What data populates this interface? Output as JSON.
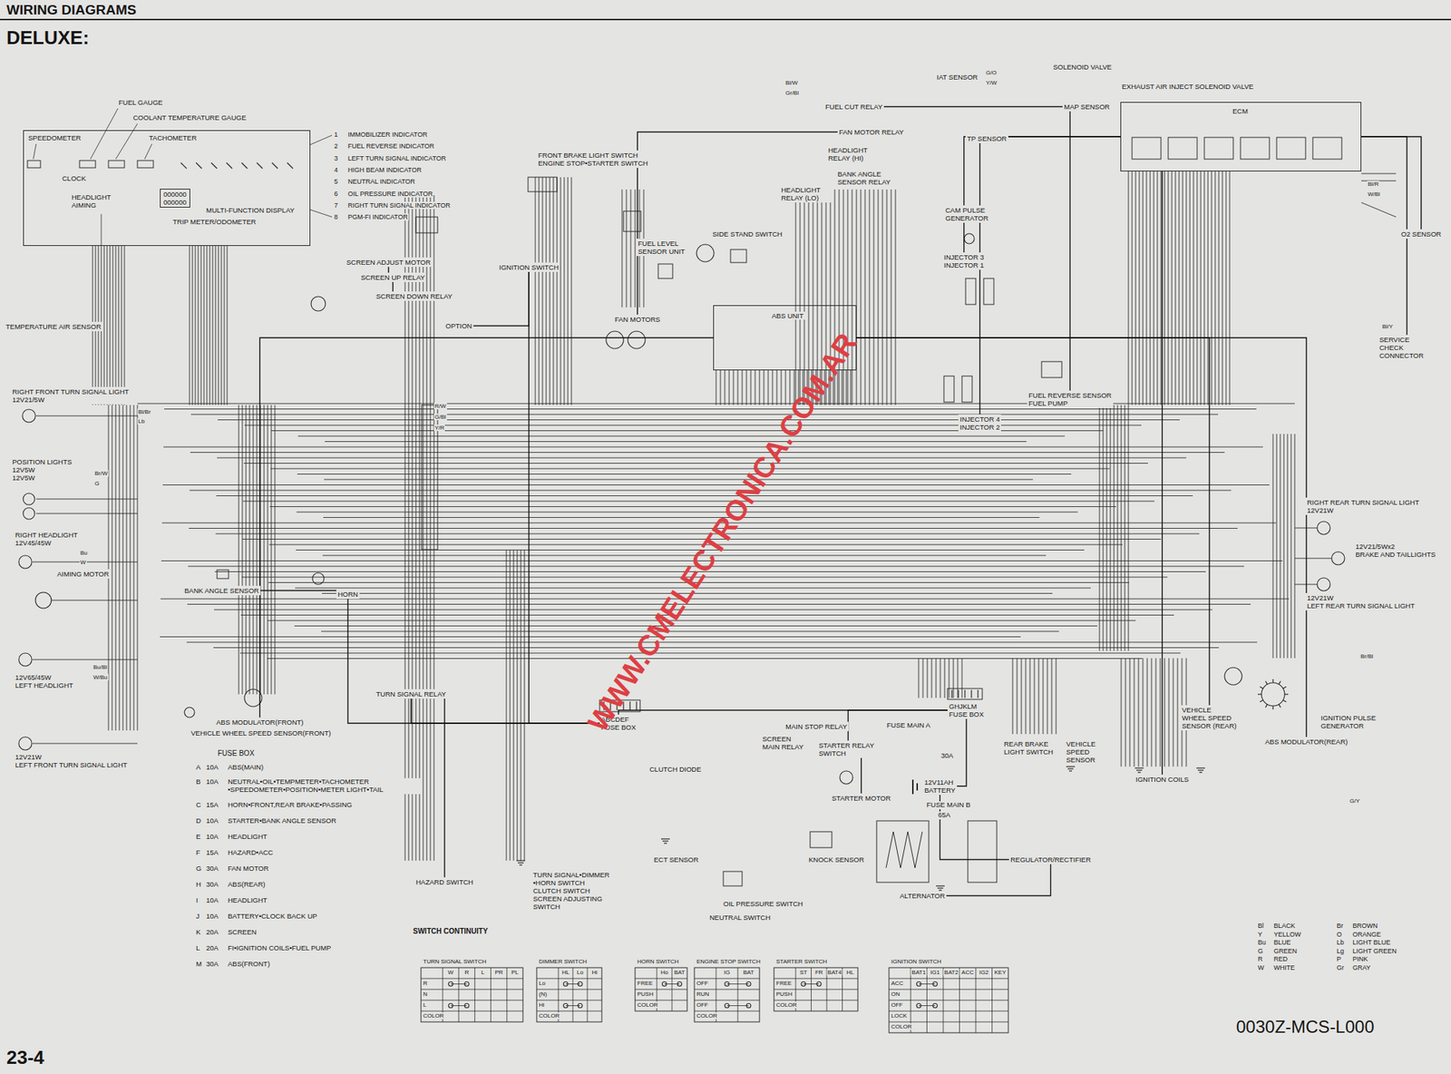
{
  "diagram": {
    "title": "WIRING DIAGRAMS",
    "nodes": [
      {
        "text": [
          "CLOCK",
          "HEADLIGHT AIMING",
          "MULTI-FUNCTION DISPLAY"
        ]
      },
      {
        "text": [
          "000000",
          "000000"
        ],
        "in": 0
      },
      {
        "text": [
          "ABS UNIT"
        ]
      },
      {
        "text": [
          "ECM"
        ]
      },
      {
        "text": [
          "ABCDEF",
          "FUSE BOX"
        ]
      },
      {
        "text": [
          "GHJKLM",
          "FUSE BOX"
        ]
      },
      {
        "text": [
          "12V11AH",
          "BATTERY"
        ]
      },
      {
        "text": [
          "REGULATOR/RECTIFIER"
        ]
      },
      {
        "text": [
          "ALTERNATOR"
        ]
      },
      {
        "text": [
          "STARTER MOTOR"
        ]
      },
      {
        "text": [
          "STARTER RELAY SWITCH"
        ]
      },
      {
        "text": [
          "TURN SIGNAL RELAY"
        ]
      },
      {
        "text": [
          "MAIN STOP RELAY"
        ]
      },
      {
        "text": [
          "SCREEN MAIN RELAY"
        ]
      },
      {
        "text": [
          "FAN MOTORS"
        ]
      },
      {
        "text": [
          "HORN"
        ]
      },
      {
        "text": [
          "BANK ANGLE SENSOR"
        ]
      },
      {
        "text": [
          "AIMING MOTOR"
        ]
      },
      {
        "text": [
          "RIGHT HEADLIGHT",
          "12V45/45W"
        ]
      },
      {
        "text": [
          "12V65/45W",
          "LEFT HEADLIGHT"
        ]
      },
      {
        "text": [
          "RIGHT FRONT TURN SIGNAL LIGHT",
          "12V21/5W"
        ]
      },
      {
        "text": [
          "POSITION LIGHTS",
          "12V5W",
          "12V5W"
        ]
      },
      {
        "text": [
          "12V21W",
          "LEFT FRONT TURN SIGNAL LIGHT"
        ]
      },
      {
        "text": [
          "TEMPERATURE AIR SENSOR"
        ]
      },
      {
        "text": [
          "SCREEN ADJUST MOTOR"
        ]
      },
      {
        "text": [
          "SCREEN UP RELAY"
        ]
      },
      {
        "text": [
          "SCREEN DOWN RELAY"
        ]
      },
      {
        "text": [
          "ABS MODULATOR(FRONT)"
        ]
      },
      {
        "text": [
          "VEHICLE WHEEL SPEED SENSOR(FRONT)"
        ]
      },
      {
        "text": [
          "IGNITION SWITCH"
        ]
      },
      {
        "text": [
          "FRONT BRAKE LIGHT SWITCH",
          "ENGINE STOP•STARTER SWITCH"
        ]
      },
      {
        "text": [
          "SIDE STAND SWITCH"
        ]
      },
      {
        "text": [
          "FUEL LEVEL SENSOR UNIT"
        ]
      },
      {
        "text": [
          "FUEL CUT RELAY"
        ]
      },
      {
        "text": [
          "FAN MOTOR RELAY"
        ]
      },
      {
        "text": [
          "HEADLIGHT RELAY (HI)"
        ]
      },
      {
        "text": [
          "BANK ANGLE SENSOR RELAY"
        ]
      },
      {
        "text": [
          "HEADLIGHT RELAY (LO)"
        ]
      },
      {
        "text": [
          "IAT SENSOR"
        ]
      },
      {
        "text": [
          "TP SENSOR"
        ]
      },
      {
        "text": [
          "MAP SENSOR"
        ]
      },
      {
        "text": [
          "CAM PULSE GENERATOR"
        ]
      },
      {
        "text": [
          "INJECTOR 3",
          "INJECTOR 1"
        ]
      },
      {
        "text": [
          "INJECTOR 4",
          "INJECTOR 2"
        ]
      },
      {
        "text": [
          "FUEL REVERSE SENSOR",
          "FUEL PUMP"
        ]
      },
      {
        "text": [
          "O2 SENSOR"
        ]
      },
      {
        "text": [
          "SERVICE CHECK CONNECTOR"
        ]
      },
      {
        "text": [
          "RIGHT REAR TURN SIGNAL LIGHT",
          "12V21W"
        ]
      },
      {
        "text": [
          "12V21/5Wx2",
          "BRAKE AND TAILLIGHTS"
        ]
      },
      {
        "text": [
          "12V21W",
          "LEFT REAR TURN SIGNAL LIGHT"
        ]
      },
      {
        "text": [
          "IGNITION PULSE GENERATOR"
        ]
      },
      {
        "text": [
          "VEHICLE WHEEL SPEED SENSOR (REAR)"
        ]
      },
      {
        "text": [
          "ABS MODULATOR(REAR)"
        ]
      },
      {
        "text": [
          "IGNITION COILS"
        ]
      },
      {
        "text": [
          "VEHICLE SPEED SENSOR"
        ]
      },
      {
        "text": [
          "REAR BRAKE LIGHT SWITCH"
        ]
      },
      {
        "text": [
          "KNOCK SENSOR"
        ]
      },
      {
        "text": [
          "OIL PRESSURE SWITCH"
        ]
      },
      {
        "text": [
          "NEUTRAL SWITCH"
        ]
      },
      {
        "text": [
          "ECT SENSOR"
        ]
      },
      {
        "text": [
          "CLUTCH DIODE"
        ]
      },
      {
        "text": [
          "HAZARD SWITCH"
        ]
      },
      {
        "text": [
          "TURN SIGNAL•DIMMER •HORN SWITCH",
          "CLUTCH SWITCH",
          "SCREEN ADJUSTING SWITCH"
        ]
      },
      {
        "text": [
          "OPTION"
        ]
      },
      {
        "text": [
          "EXHAUST AIR INJECT SOLENOID VALVE"
        ]
      }
    ],
    "edges": [
      {
        "from": 6,
        "to": 5,
        "arrow": "none"
      },
      {
        "from": 7,
        "to": 6,
        "arrow": "none"
      },
      {
        "from": 8,
        "to": 7,
        "arrow": "none"
      },
      {
        "from": 5,
        "to": 10,
        "arrow": "none"
      },
      {
        "from": 10,
        "to": 9,
        "arrow": "none"
      },
      {
        "from": 5,
        "to": 4,
        "arrow": "none"
      },
      {
        "from": 4,
        "to": 29,
        "arrow": "none"
      },
      {
        "from": 4,
        "to": 11,
        "arrow": "none"
      },
      {
        "from": 11,
        "to": 61,
        "arrow": "none"
      },
      {
        "from": 3,
        "to": 42,
        "arrow": "none"
      },
      {
        "from": 3,
        "to": 43,
        "arrow": "none"
      },
      {
        "from": 3,
        "to": 53,
        "arrow": "none"
      },
      {
        "from": 3,
        "to": 45,
        "arrow": "none"
      },
      {
        "from": 3,
        "to": 46,
        "arrow": "none"
      },
      {
        "from": 2,
        "to": 27,
        "arrow": "none"
      },
      {
        "from": 2,
        "to": 52,
        "arrow": "none"
      },
      {
        "from": 2,
        "to": 51,
        "arrow": "none"
      },
      {
        "from": 33,
        "to": 44,
        "arrow": "none"
      },
      {
        "from": 34,
        "to": 14,
        "arrow": "none"
      },
      {
        "from": 25,
        "to": 24,
        "arrow": "none"
      },
      {
        "from": 26,
        "to": 25,
        "arrow": "none"
      },
      {
        "from": 4,
        "to": 15,
        "arrow": "none"
      },
      {
        "from": 63,
        "to": 29,
        "arrow": "none"
      },
      {
        "from": 16,
        "to": 15,
        "arrow": "none"
      }
    ],
    "labels": [
      "DELUXE:",
      "23-4",
      "0030Z-MCS-L000",
      "WWW.CMELECTRONICA.COM.AR",
      "SPEEDOMETER",
      "FUEL GAUGE",
      "COOLANT TEMPERATURE GAUGE",
      "TACHOMETER",
      "TRIP METER/ODOMETER",
      "SOLENOID VALVE",
      "FUSE MAIN A",
      "30A",
      "FUSE MAIN B",
      "65A",
      "SWITCH CONTINUITY",
      "FUSE BOX",
      "Bl/Br",
      "Lb",
      "Br/W",
      "G",
      "Bu",
      "W",
      "Bu/Bl",
      "W/Bu",
      "R/W",
      "G/Bl",
      "Y/R",
      "Bl/W",
      "Gr/Bl",
      "G/O",
      "Y/W",
      "Bl/R",
      "W/Bl",
      "Bl/Y",
      "Br/Bl",
      "G/Y",
      "1",
      "IMMOBILIZER INDICATOR",
      "2",
      "FUEL REVERSE INDICATOR",
      "3",
      "LEFT TURN SIGNAL INDICATOR",
      "4",
      "HIGH BEAM INDICATOR",
      "5",
      "NEUTRAL INDICATOR",
      "6",
      "OIL PRESSURE INDICATOR",
      "7",
      "RIGHT TURN SIGNAL INDICATOR",
      "8",
      "PGM-FI INDICATOR",
      "A",
      "10A",
      "ABS(MAIN)",
      "B",
      "10A",
      "NEUTRAL•OIL•TEMPMETER•TACHOMETER •SPEEDOMETER•POSITION•METER LIGHT•TAIL",
      "C",
      "15A",
      "HORN•FRONT,REAR BRAKE•PASSING",
      "D",
      "10A",
      "STARTER•BANK ANGLE SENSOR",
      "E",
      "10A",
      "HEADLIGHT",
      "F",
      "15A",
      "HAZARD•ACC",
      "G",
      "30A",
      "FAN MOTOR",
      "H",
      "30A",
      "ABS(REAR)",
      "I",
      "10A",
      "HEADLIGHT",
      "J",
      "10A",
      "BATTERY•CLOCK BACK UP",
      "K",
      "20A",
      "SCREEN",
      "L",
      "20A",
      "FI•IGNITION COILS•FUEL PUMP",
      "M",
      "30A",
      "ABS(FRONT)",
      "TURN SIGNAL SWITCH",
      "W",
      "R",
      "L",
      "PR",
      "PL",
      "R",
      "N",
      "L",
      "COLOR",
      "DIMMER SWITCH",
      "HL",
      "Lo",
      "Hi",
      "Lo",
      "(N)",
      "Hi",
      "COLOR",
      "HORN SWITCH",
      "Ho",
      "BAT",
      "FREE",
      "PUSH",
      "COLOR",
      "ENGINE STOP SWITCH",
      "IG",
      "BAT",
      "OFF",
      "RUN",
      "OFF",
      "COLOR",
      "STARTER SWITCH",
      "ST",
      "FR",
      "BAT4",
      "HL",
      "FREE",
      "PUSH",
      "COLOR",
      "IGNITION SWITCH",
      "BAT1",
      "IG1",
      "BAT2",
      "ACC",
      "IG2",
      "KEY",
      "ACC",
      "ON",
      "OFF",
      "LOCK",
      "COLOR",
      "Bl",
      "BLACK",
      "Y",
      "YELLOW",
      "Bu",
      "BLUE",
      "G",
      "GREEN",
      "R",
      "RED",
      "W",
      "WHITE",
      "Br",
      "BROWN",
      "O",
      "ORANGE",
      "Lb",
      "LIGHT BLUE",
      "Lg",
      "LIGHT GREEN",
      "P",
      "PINK",
      "Gr",
      "GRAY"
    ]
  }
}
